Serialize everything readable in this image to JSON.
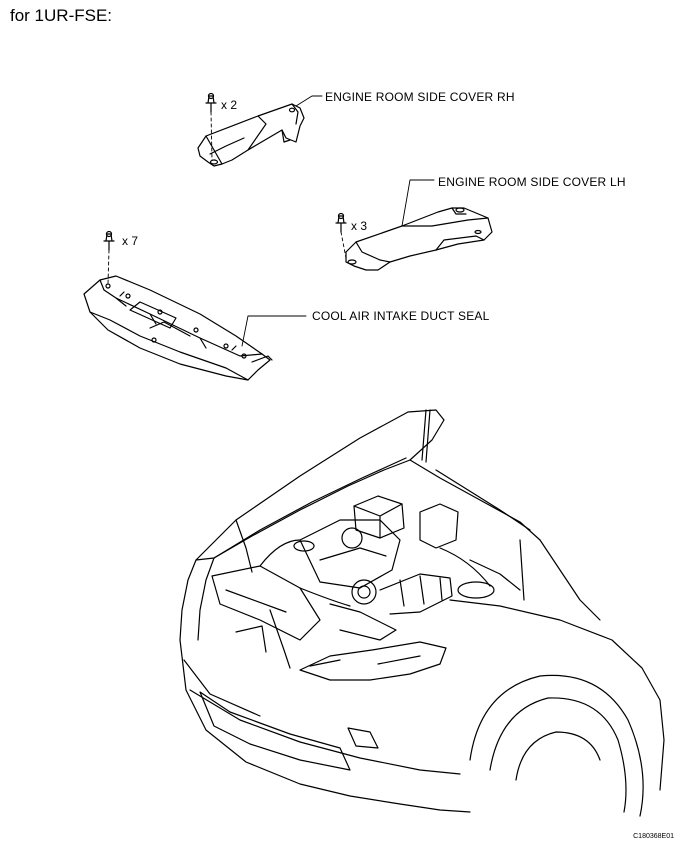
{
  "title": "for 1UR-FSE:",
  "parts": [
    {
      "id": "rh",
      "label": "ENGINE ROOM SIDE COVER RH",
      "quantity": "x 2"
    },
    {
      "id": "lh",
      "label": "ENGINE ROOM SIDE COVER LH",
      "quantity": "x 3"
    },
    {
      "id": "seal",
      "label": "COOL AIR INTAKE DUCT SEAL",
      "quantity": "x 7"
    }
  ],
  "figure_code": "C180368E01",
  "icons": [
    "clip-icon"
  ],
  "line_color": "#000000"
}
